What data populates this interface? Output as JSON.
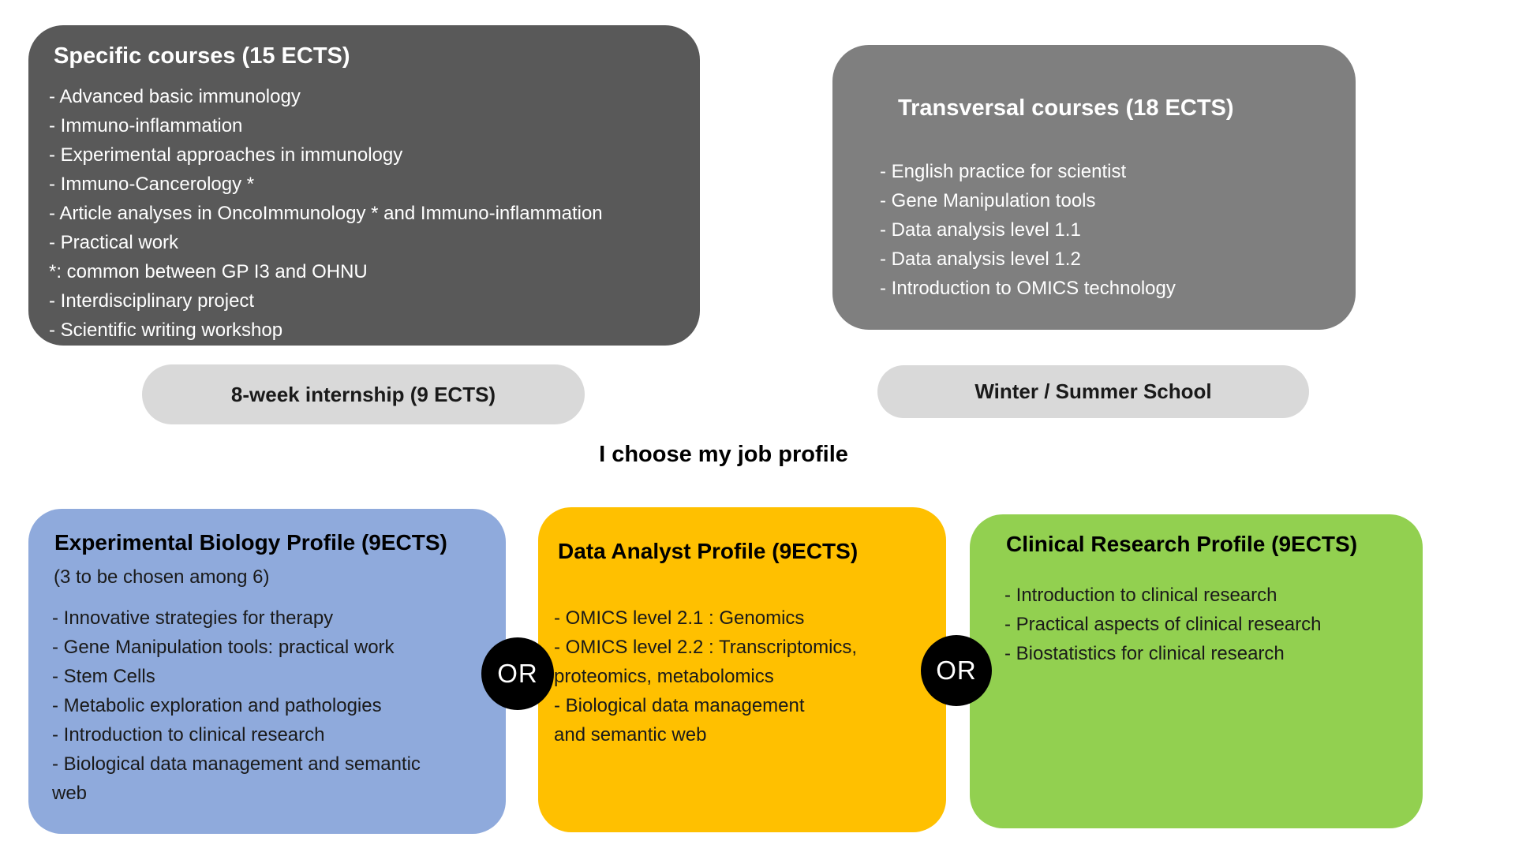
{
  "heading": {
    "text": "I choose my job profile"
  },
  "specific_courses": {
    "title": "Specific courses (15 ECTS)",
    "items": [
      "- Advanced basic immunology",
      "- Immuno-inflammation",
      "- Experimental approaches in immunology",
      "- Immuno-Cancerology *",
      "- Article analyses in OncoImmunology * and Immuno-inflammation",
      "- Practical work",
      "*: common between GP I3 and OHNU",
      "- Interdisciplinary project",
      "- Scientific writing workshop"
    ]
  },
  "transversal_courses": {
    "title": "Transversal courses (18 ECTS)",
    "items": [
      "- English practice for scientist",
      "- Gene Manipulation tools",
      "- Data analysis level 1.1",
      "- Data analysis level 1.2",
      "- Introduction to OMICS technology"
    ]
  },
  "internship_pill": {
    "label": "8-week internship (9 ECTS)"
  },
  "school_pill": {
    "label": "Winter / Summer School"
  },
  "profiles": {
    "experimental_biology": {
      "title": "Experimental Biology Profile (9ECTS)",
      "subtitle": "(3 to be chosen among 6)",
      "items": [
        "- Innovative strategies for therapy",
        "- Gene Manipulation tools: practical work",
        "- Stem Cells",
        "- Metabolic exploration and pathologies",
        "- Introduction to clinical research",
        "- Biological data management and semantic\nweb"
      ]
    },
    "data_analyst": {
      "title": "Data Analyst Profile (9ECTS)",
      "items": [
        "- OMICS level 2.1 : Genomics",
        "- OMICS level 2.2 : Transcriptomics,\nproteomics, metabolomics",
        "- Biological data management\nand semantic web"
      ]
    },
    "clinical_research": {
      "title": "Clinical Research Profile (9ECTS)",
      "items": [
        "- Introduction to clinical research",
        "- Practical aspects of clinical research",
        "- Biostatistics for clinical research"
      ]
    }
  },
  "or_separators": {
    "first": "OR",
    "second": "OR"
  },
  "colors": {
    "dark_gray": "#595959",
    "medium_gray": "#7f7f7f",
    "light_gray": "#d9d9d9",
    "blue": "#8faadc",
    "yellow": "#ffc000",
    "green": "#92d050",
    "or_black": "#000000",
    "text_light": "#ffffff",
    "text_dark": "#1a1a1a"
  }
}
